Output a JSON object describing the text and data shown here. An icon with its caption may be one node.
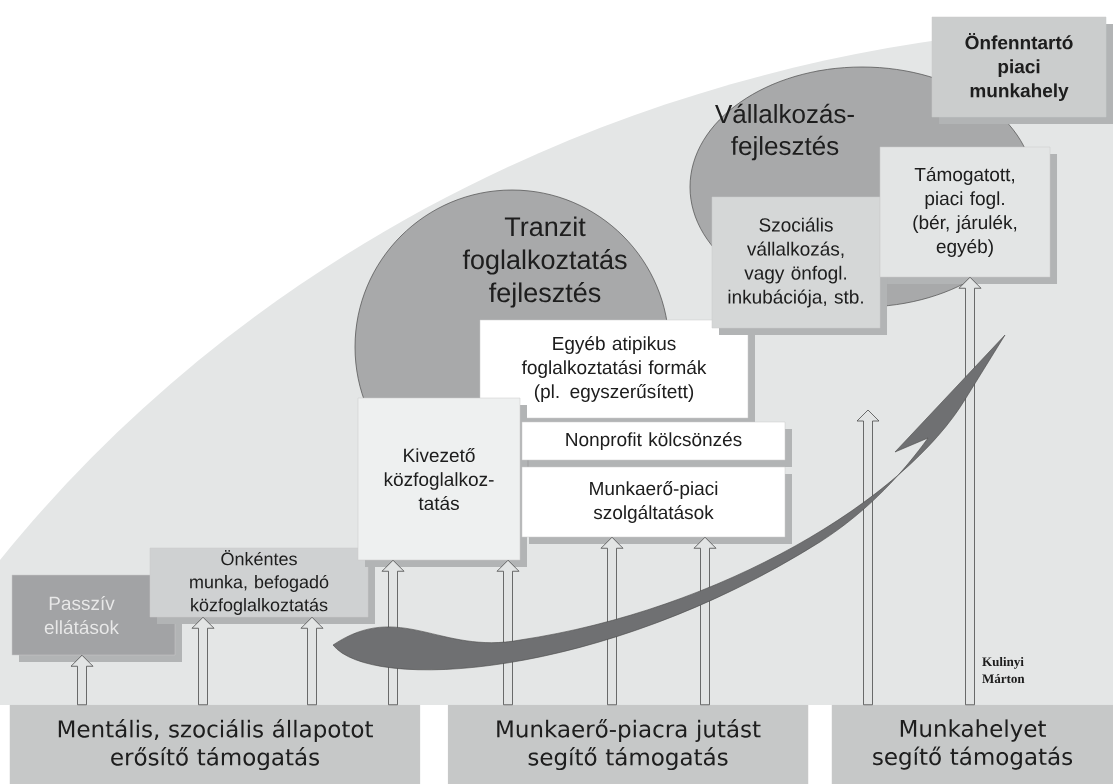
{
  "diagram": {
    "nodes": [
      {
        "text": [
          "Passzív ellátások"
        ]
      },
      {
        "text": [
          "Önkéntes munka, befogadó közfoglalkoztatás"
        ]
      },
      {
        "text": [
          "Tranzit foglalkoztatás fejlesztés"
        ]
      },
      {
        "text": [
          "Egyéb atipikus foglalkoztatási formák (pl. egyszerűsített)"
        ]
      },
      {
        "text": [
          "Kivezető közfoglalkoz- tatás"
        ]
      },
      {
        "text": [
          "Nonprofit kölcsönzés"
        ]
      },
      {
        "text": [
          "Munkaerő-piaci szolgáltatások"
        ]
      },
      {
        "text": [
          "Vállalkozás- fejlesztés"
        ]
      },
      {
        "text": [
          "Szociális vállalkozás, vagy önfogl. inkubációja, stb."
        ]
      },
      {
        "text": [
          "Támogatott, piaci fogl. (bér, járulék, egyéb)"
        ]
      },
      {
        "text": [
          "Önfenntartó piaci munkahely"
        ]
      },
      {
        "text": [
          "Mentális, szociális állapotot erősítő támogatás"
        ]
      },
      {
        "text": [
          "Munkaerő-piacra jutást segítő támogatás"
        ]
      },
      {
        "text": [
          "Munkahelyet segítő támogatás"
        ]
      }
    ],
    "edges": [
      {
        "from": 11,
        "to": 0,
        "arrow": "to"
      },
      {
        "from": 11,
        "to": 1,
        "arrow": "to"
      },
      {
        "from": 11,
        "to": 1,
        "arrow": "to"
      },
      {
        "from": 11,
        "to": 4,
        "arrow": "to"
      },
      {
        "from": 12,
        "to": 4,
        "arrow": "to"
      },
      {
        "from": 12,
        "to": 6,
        "arrow": "to"
      },
      {
        "from": 12,
        "to": 6,
        "arrow": "to"
      },
      {
        "from": 13,
        "to": null,
        "arrow": "to"
      },
      {
        "from": 13,
        "to": 9,
        "arrow": "to"
      }
    ],
    "labels": [
      "Kulinyi Márton"
    ]
  }
}
